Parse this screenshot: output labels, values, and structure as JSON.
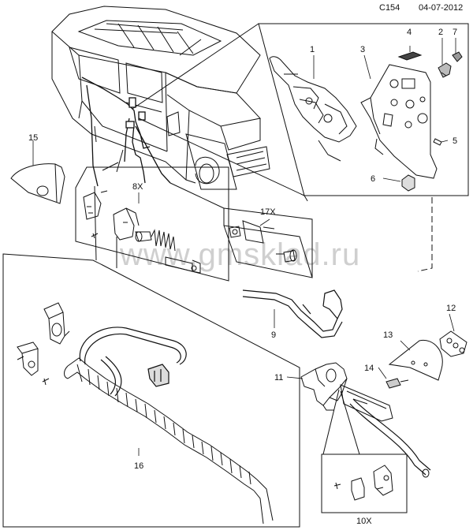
{
  "header": {
    "code": "C154",
    "date": "04-07-2012"
  },
  "watermark": "www.gmsklad.ru",
  "callouts": {
    "p1": "1",
    "p2": "2",
    "p3": "3",
    "p4": "4",
    "p5": "5",
    "p6": "6",
    "p7": "7",
    "p8": "8X",
    "p9": "9",
    "p10": "10X",
    "p11": "11",
    "p12": "12",
    "p13": "13",
    "p14": "14",
    "p15": "15",
    "p16": "16",
    "p17": "17X"
  }
}
